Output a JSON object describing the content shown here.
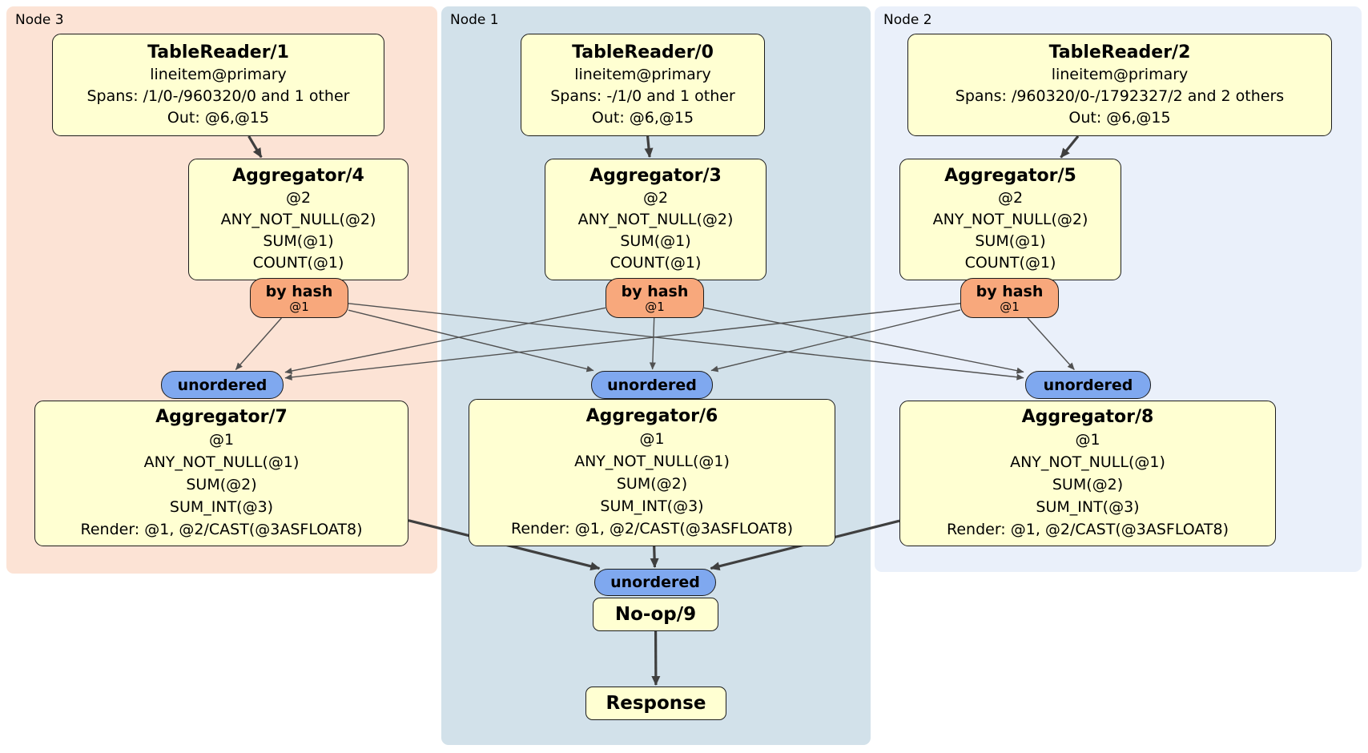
{
  "colors": {
    "box_fill": "#ffffd2",
    "byhash_fill": "#f8a87c",
    "unordered_fill": "#7fa8ef",
    "node3_bg": "#fce3d5",
    "node1_bg": "#d2e1ea",
    "node2_bg": "#eaf0fa",
    "edge_thick": "#3f3f3f",
    "edge_thin": "#515151"
  },
  "node3": {
    "label": "Node 3",
    "tablereader": {
      "title": "TableReader/1",
      "lines": [
        "lineitem@primary",
        "Spans: /1/0-/960320/0 and 1 other",
        "Out: @6,@15"
      ]
    },
    "aggregator_top": {
      "title": "Aggregator/4",
      "lines": [
        "@2",
        "ANY_NOT_NULL(@2)",
        "SUM(@1)",
        "COUNT(@1)"
      ]
    },
    "byhash": {
      "title": "by hash",
      "subtitle": "@1"
    },
    "unordered_label": "unordered",
    "aggregator_bottom": {
      "title": "Aggregator/7",
      "lines": [
        "@1",
        "ANY_NOT_NULL(@1)",
        "SUM(@2)",
        "SUM_INT(@3)",
        "Render: @1, @2/CAST(@3ASFLOAT8)"
      ]
    }
  },
  "node1": {
    "label": "Node 1",
    "tablereader": {
      "title": "TableReader/0",
      "lines": [
        "lineitem@primary",
        "Spans: -/1/0 and 1 other",
        "Out: @6,@15"
      ]
    },
    "aggregator_top": {
      "title": "Aggregator/3",
      "lines": [
        "@2",
        "ANY_NOT_NULL(@2)",
        "SUM(@1)",
        "COUNT(@1)"
      ]
    },
    "byhash": {
      "title": "by hash",
      "subtitle": "@1"
    },
    "unordered_label": "unordered",
    "aggregator_bottom": {
      "title": "Aggregator/6",
      "lines": [
        "@1",
        "ANY_NOT_NULL(@1)",
        "SUM(@2)",
        "SUM_INT(@3)",
        "Render: @1, @2/CAST(@3ASFLOAT8)"
      ]
    }
  },
  "node2": {
    "label": "Node 2",
    "tablereader": {
      "title": "TableReader/2",
      "lines": [
        "lineitem@primary",
        "Spans: /960320/0-/1792327/2 and 2 others",
        "Out: @6,@15"
      ]
    },
    "aggregator_top": {
      "title": "Aggregator/5",
      "lines": [
        "@2",
        "ANY_NOT_NULL(@2)",
        "SUM(@1)",
        "COUNT(@1)"
      ]
    },
    "byhash": {
      "title": "by hash",
      "subtitle": "@1"
    },
    "unordered_label": "unordered",
    "aggregator_bottom": {
      "title": "Aggregator/8",
      "lines": [
        "@1",
        "ANY_NOT_NULL(@1)",
        "SUM(@2)",
        "SUM_INT(@3)",
        "Render: @1, @2/CAST(@3ASFLOAT8)"
      ]
    }
  },
  "final": {
    "unordered_label": "unordered",
    "noop": "No-op/9",
    "response": "Response"
  },
  "edges": [
    {
      "from": "tablereader-1-box",
      "to": "aggregator-4-box",
      "style": "thick"
    },
    {
      "from": "tablereader-0-box",
      "to": "aggregator-3-box",
      "style": "thick"
    },
    {
      "from": "tablereader-2-box",
      "to": "aggregator-5-box",
      "style": "thick"
    },
    {
      "from": "byhash-badge-node3",
      "to": "unordered-badge-node3",
      "style": "thin"
    },
    {
      "from": "byhash-badge-node3",
      "to": "unordered-badge-node1",
      "style": "thin"
    },
    {
      "from": "byhash-badge-node3",
      "to": "unordered-badge-node2",
      "style": "thin"
    },
    {
      "from": "byhash-badge-node1",
      "to": "unordered-badge-node3",
      "style": "thin"
    },
    {
      "from": "byhash-badge-node1",
      "to": "unordered-badge-node1",
      "style": "thin"
    },
    {
      "from": "byhash-badge-node1",
      "to": "unordered-badge-node2",
      "style": "thin"
    },
    {
      "from": "byhash-badge-node2",
      "to": "unordered-badge-node3",
      "style": "thin"
    },
    {
      "from": "byhash-badge-node2",
      "to": "unordered-badge-node1",
      "style": "thin"
    },
    {
      "from": "byhash-badge-node2",
      "to": "unordered-badge-node2",
      "style": "thin"
    },
    {
      "from": "aggregator-7-box",
      "to": "unordered-badge-final",
      "style": "thick"
    },
    {
      "from": "aggregator-6-box",
      "to": "unordered-badge-final",
      "style": "thick"
    },
    {
      "from": "aggregator-8-box",
      "to": "unordered-badge-final",
      "style": "thick"
    },
    {
      "from": "noop-9-box",
      "to": "response-box",
      "style": "thick"
    }
  ]
}
